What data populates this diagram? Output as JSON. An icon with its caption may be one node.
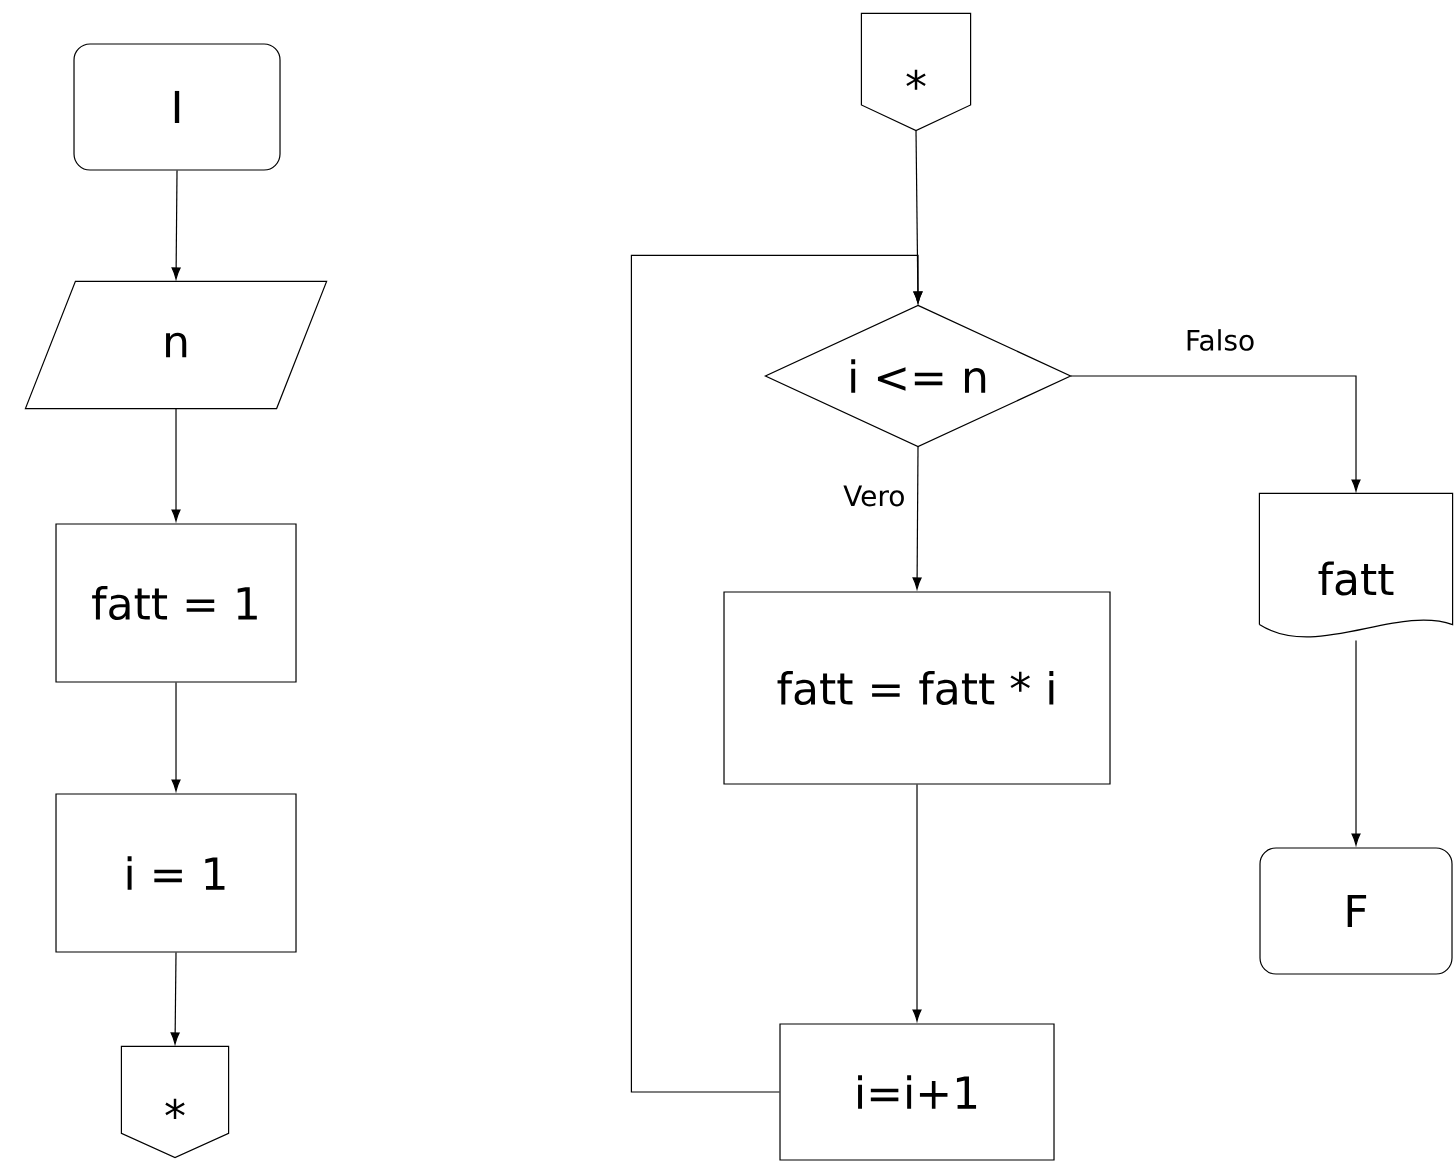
{
  "diagram": {
    "nodes": [
      {
        "text": [
          "I"
        ]
      },
      {
        "text": [
          "n"
        ]
      },
      {
        "text": [
          "fatt = 1"
        ]
      },
      {
        "text": [
          "i = 1"
        ]
      },
      {
        "text": [
          "*"
        ]
      },
      {
        "text": [
          "*"
        ]
      },
      {
        "text": [
          "i <= n"
        ]
      },
      {
        "text": [
          "fatt = fatt * i"
        ]
      },
      {
        "text": [
          "i=i+1"
        ]
      },
      {
        "text": [
          "fatt"
        ]
      },
      {
        "text": [
          "F"
        ]
      }
    ],
    "edges": [
      {
        "from": 0,
        "to": 1,
        "arrow": "to"
      },
      {
        "from": 1,
        "to": 2,
        "arrow": "to"
      },
      {
        "from": 2,
        "to": 3,
        "arrow": "to"
      },
      {
        "from": 3,
        "to": 4,
        "arrow": "to"
      },
      {
        "from": 5,
        "to": 6,
        "arrow": "to"
      },
      {
        "from": 6,
        "to": 7,
        "arrow": "to",
        "label": "Vero"
      },
      {
        "from": 7,
        "to": 8,
        "arrow": "to"
      },
      {
        "from": 8,
        "to": 6,
        "arrow": "to"
      },
      {
        "from": 6,
        "to": 9,
        "arrow": "to",
        "label": "Falso"
      },
      {
        "from": 9,
        "to": 10,
        "arrow": "to"
      }
    ]
  }
}
